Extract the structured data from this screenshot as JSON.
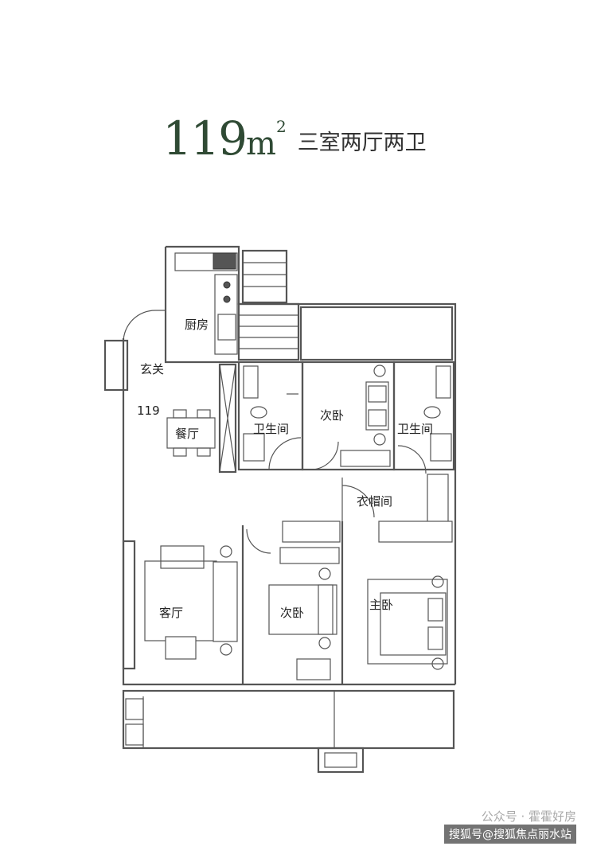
{
  "title": {
    "area": "119",
    "unit": "m",
    "superscript": "2",
    "description": "三室两厅两卫"
  },
  "rooms": {
    "kitchen": "厨房",
    "entrance": "玄关",
    "dining": "餐厅",
    "bathroom_1": "卫生间",
    "bathroom_2": "卫生间",
    "bedroom_2a": "次卧",
    "bedroom_2b": "次卧",
    "cloakroom": "衣帽间",
    "living": "客厅",
    "master": "主卧"
  },
  "plan_label": "119",
  "watermark": {
    "line1": "公众号 · 霍霍好房",
    "line2": "搜狐号@搜狐焦点丽水站"
  },
  "colors": {
    "title": "#2f4a34",
    "wall": "#555555"
  }
}
